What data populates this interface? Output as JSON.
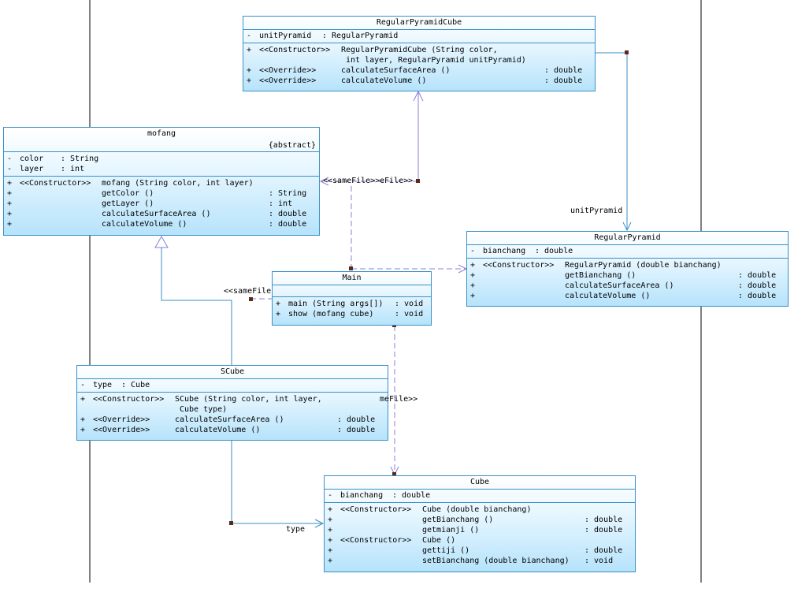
{
  "colors": {
    "line": "#3a8fc7",
    "dependency": "#8a7fd8",
    "border": "#3a8fc7",
    "handle": "#5a2a1a"
  },
  "classes": {
    "regularPyramidCube": {
      "name": "RegularPyramidCube",
      "attrs": [
        {
          "vis": "-",
          "name": "unitPyramid",
          "type": ": RegularPyramid"
        }
      ],
      "ops": [
        {
          "vis": "+",
          "stereo": "<<Constructor>>",
          "name": "RegularPyramidCube (String color,",
          "type": ""
        },
        {
          "vis": "",
          "stereo": "",
          "name": "int layer, RegularPyramid unitPyramid)",
          "type": ""
        },
        {
          "vis": "+",
          "stereo": "<<Override>>",
          "name": "calculateSurfaceArea ()",
          "type": ": double"
        },
        {
          "vis": "+",
          "stereo": "<<Override>>",
          "name": "calculateVolume ()",
          "type": ": double"
        }
      ]
    },
    "mofang": {
      "name": "mofang",
      "stereotype": "{abstract}",
      "attrs": [
        {
          "vis": "-",
          "name": "color",
          "type": ": String"
        },
        {
          "vis": "-",
          "name": "layer",
          "type": ": int"
        }
      ],
      "ops": [
        {
          "vis": "+",
          "stereo": "<<Constructor>>",
          "name": "mofang (String color, int layer)",
          "type": ""
        },
        {
          "vis": "+",
          "stereo": "",
          "name": "getColor ()",
          "type": ": String"
        },
        {
          "vis": "+",
          "stereo": "",
          "name": "getLayer ()",
          "type": ": int"
        },
        {
          "vis": "+",
          "stereo": "",
          "name": "calculateSurfaceArea ()",
          "type": ": double"
        },
        {
          "vis": "+",
          "stereo": "",
          "name": "calculateVolume ()",
          "type": ": double"
        }
      ]
    },
    "regularPyramid": {
      "name": "RegularPyramid",
      "attrs": [
        {
          "vis": "-",
          "name": "bianchang",
          "type": ": double"
        }
      ],
      "ops": [
        {
          "vis": "+",
          "stereo": "<<Constructor>>",
          "name": "RegularPyramid (double bianchang)",
          "type": ""
        },
        {
          "vis": "+",
          "stereo": "",
          "name": "getBianchang ()",
          "type": ": double"
        },
        {
          "vis": "+",
          "stereo": "",
          "name": "calculateSurfaceArea ()",
          "type": ": double"
        },
        {
          "vis": "+",
          "stereo": "",
          "name": "calculateVolume ()",
          "type": ": double"
        }
      ]
    },
    "main": {
      "name": "Main",
      "attrs": [],
      "ops": [
        {
          "vis": "+",
          "stereo": "",
          "name": "main (String args[])",
          "type": ": void"
        },
        {
          "vis": "+",
          "stereo": "",
          "name": "show (mofang cube)",
          "type": ": void"
        }
      ]
    },
    "scube": {
      "name": "SCube",
      "attrs": [
        {
          "vis": "-",
          "name": "type",
          "type": ": Cube"
        }
      ],
      "ops": [
        {
          "vis": "+",
          "stereo": "<<Constructor>>",
          "name": "SCube (String color, int layer,",
          "type": ""
        },
        {
          "vis": "",
          "stereo": "",
          "name": "Cube type)",
          "type": ""
        },
        {
          "vis": "+",
          "stereo": "<<Override>>",
          "name": "calculateSurfaceArea ()",
          "type": ": double"
        },
        {
          "vis": "+",
          "stereo": "<<Override>>",
          "name": "calculateVolume ()",
          "type": ": double"
        }
      ]
    },
    "cube": {
      "name": "Cube",
      "attrs": [
        {
          "vis": "-",
          "name": "bianchang",
          "type": ": double"
        }
      ],
      "ops": [
        {
          "vis": "+",
          "stereo": "<<Constructor>>",
          "name": "Cube (double bianchang)",
          "type": ""
        },
        {
          "vis": "+",
          "stereo": "",
          "name": "getBianchang ()",
          "type": ": double"
        },
        {
          "vis": "+",
          "stereo": "",
          "name": "getmianji ()",
          "type": ": double"
        },
        {
          "vis": "+",
          "stereo": "<<Constructor>>",
          "name": "Cube ()",
          "type": ""
        },
        {
          "vis": "+",
          "stereo": "",
          "name": "gettiji ()",
          "type": ": double"
        },
        {
          "vis": "+",
          "stereo": "",
          "name": "setBianchang (double bianchang)",
          "type": ": void"
        }
      ]
    }
  },
  "labels": {
    "sameFile1": "<<sameFile>>",
    "eFile": "eFile>>",
    "unitPyramid": "unitPyramid",
    "sameFile2": "<<sameFile",
    "sameFile3": "meFile>>",
    "type": "type"
  }
}
